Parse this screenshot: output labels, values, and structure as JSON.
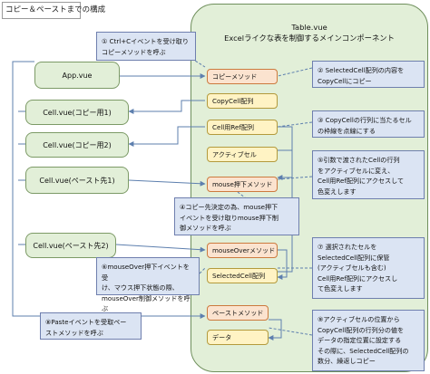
{
  "diagram_title": "コピー＆ペーストまでの構成",
  "table_vue": {
    "name": "Table.vue",
    "desc": "Excelライクな表を制御するメインコンポーネント"
  },
  "components": {
    "app": "App.vue",
    "cell_copy1": "Cell.vue(コピー用1)",
    "cell_copy2": "Cell.vue(コピー用2)",
    "cell_paste1": "Cell.vue(ペースト先1)",
    "cell_paste2": "Cell.vue(ペースト先2)"
  },
  "members": {
    "copy_method": "コピーメソッド",
    "copycell_array": "CopyCell配列",
    "cellref_array": "Cell用Ref配列",
    "active_cell": "アクティブセル",
    "mousedown_method": "mouse押下メソッド",
    "mouseover_method": "mouseOverメソッド",
    "selectedcell_array": "SelectedCell配列",
    "paste_method": "ペーストメソッド",
    "data": "データ"
  },
  "notes": {
    "n1": "① Ctrl+Cイベントを受け取り\nコピーメソッドを呼ぶ",
    "n2": "② SelectedCell配列の内容を\nCopyCellにコピー",
    "n3": "③ CopyCellの行列に当たるセル\nの枠線を点線にする",
    "n4": "④コピー先決定の為、mouse押下\nイベントを受け取りmouse押下制\n御メソッドを呼ぶ",
    "n5": "⑤引数で渡されたCellの行列\nをアクティブセルに変え、\nCell用Ref配列にアクセスして\n色変えします",
    "n6": "⑥mouseOver押下イベントを受\nけ、マウス押下状態の際、\nmouseOver制御メソッドを呼ぶ",
    "n7": "⑦ 選択されたセルを\nSelectedCell配列に保管\n(アクティブセルも含む)\nCell用Ref配列にアクセスし\nて色変えします",
    "n8": "⑧Pasteイベントを受取ペー\nストメソッドを呼ぶ",
    "n9": "⑨アクティブセルの位置から\nCopyCell配列の行列分の値を\nデータの指定位置に設定する\nその際に、SelectedCell配列の\n数分、繰返しコピー"
  }
}
